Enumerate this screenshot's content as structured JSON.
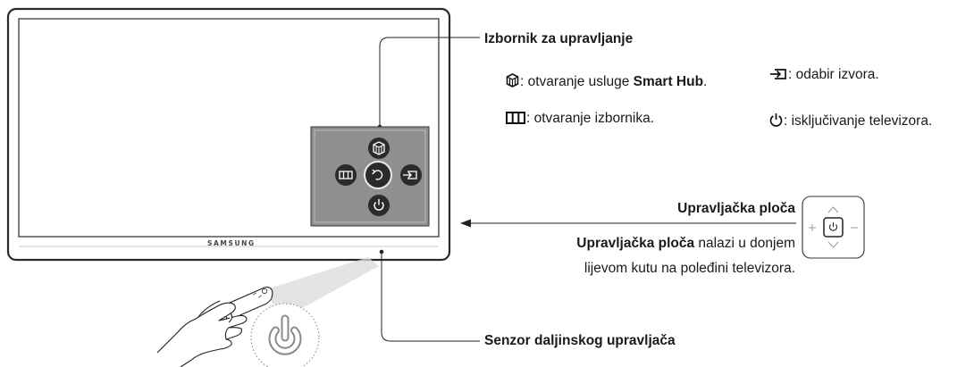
{
  "tv": {
    "brand": "SAMSUNG"
  },
  "control_menu": {
    "title": "Izbornik za upravljanje",
    "items": [
      {
        "icon": "smart-hub-icon",
        "prefix": ": otvaranje usluge ",
        "emphasis": "Smart Hub",
        "suffix": "."
      },
      {
        "icon": "source-icon",
        "text": ": odabir izvora."
      },
      {
        "icon": "menu-icon",
        "text": ": otvaranje izbornika."
      },
      {
        "icon": "power-icon",
        "text": ": isključivanje televizora."
      }
    ]
  },
  "control_panel": {
    "title": "Upravljačka ploča",
    "desc_emphasis": "Upravljačka ploča",
    "desc_line1": " nalazi u donjem",
    "desc_line2": "lijevom kutu na poleđini televizora."
  },
  "sensor": {
    "label": "Senzor daljinskog upravljača"
  }
}
